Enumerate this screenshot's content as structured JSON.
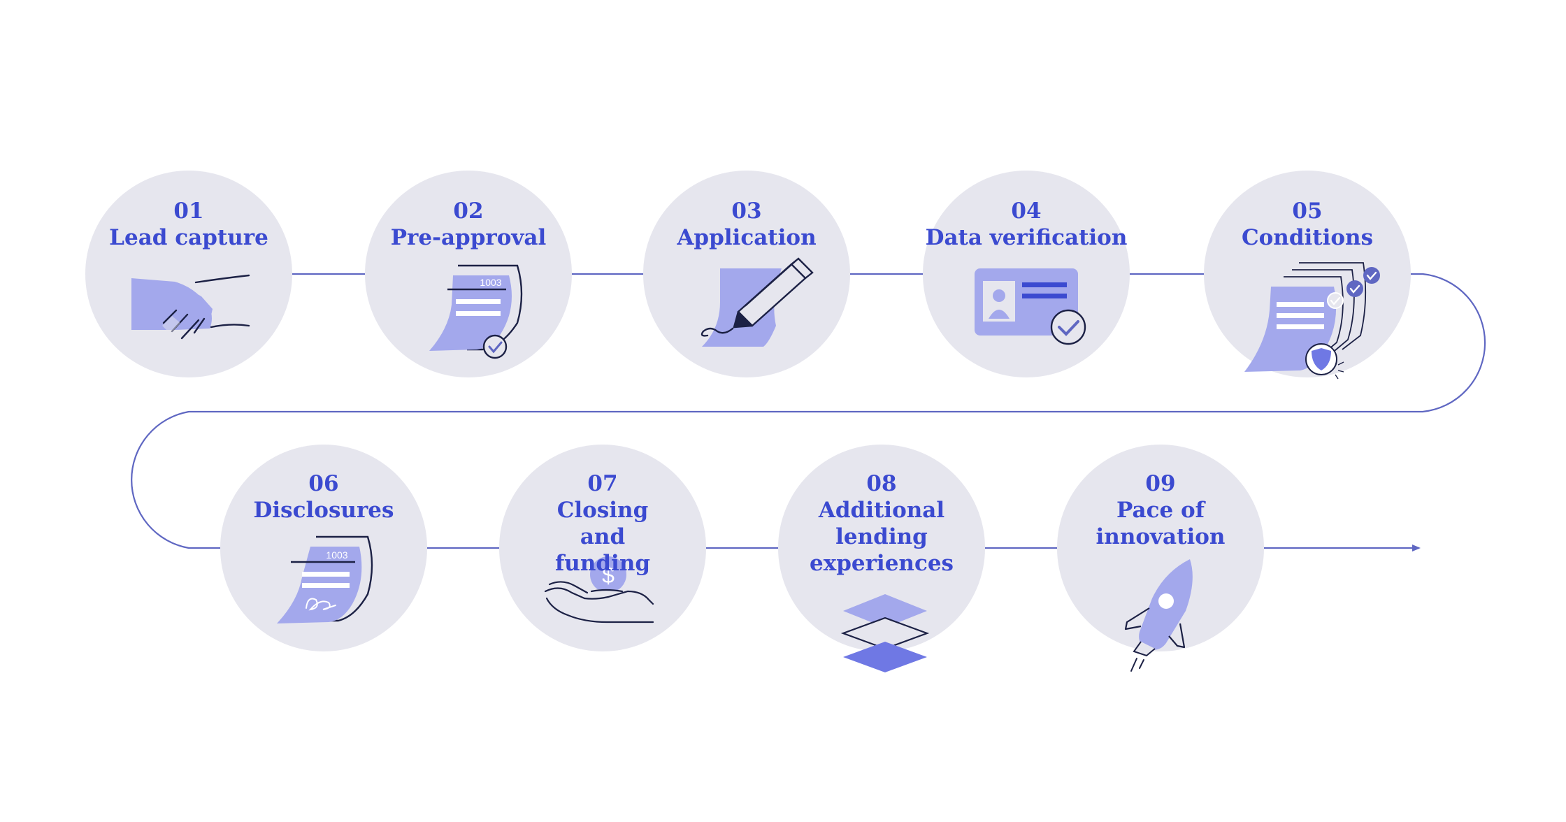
{
  "colors": {
    "circle": "#e6e6ee",
    "accent": "#3b4ad0",
    "illustration": "#a3a8ec",
    "illustration_dark": "#6f78e4",
    "line": "#5f67c2",
    "ink": "#1c2145"
  },
  "steps": [
    {
      "number": "01",
      "title": "Lead capture",
      "icon": "handshake-icon"
    },
    {
      "number": "02",
      "title": "Pre-approval",
      "icon": "document-1003-check-icon",
      "doc_label": "1003"
    },
    {
      "number": "03",
      "title": "Application",
      "icon": "pencil-signing-document-icon"
    },
    {
      "number": "04",
      "title": "Data verification",
      "icon": "id-card-check-icon"
    },
    {
      "number": "05",
      "title": "Conditions",
      "icon": "document-stack-shield-icon"
    },
    {
      "number": "06",
      "title": "Disclosures",
      "icon": "signed-document-1003-icon",
      "doc_label": "1003"
    },
    {
      "number": "07",
      "title": "Closing and funding",
      "icon": "hand-dollar-coin-icon",
      "coin_symbol": "$"
    },
    {
      "number": "08",
      "title": "Additional lending experiences",
      "icon": "layers-stack-icon"
    },
    {
      "number": "09",
      "title": "Pace of innovation",
      "icon": "rocket-icon"
    }
  ]
}
